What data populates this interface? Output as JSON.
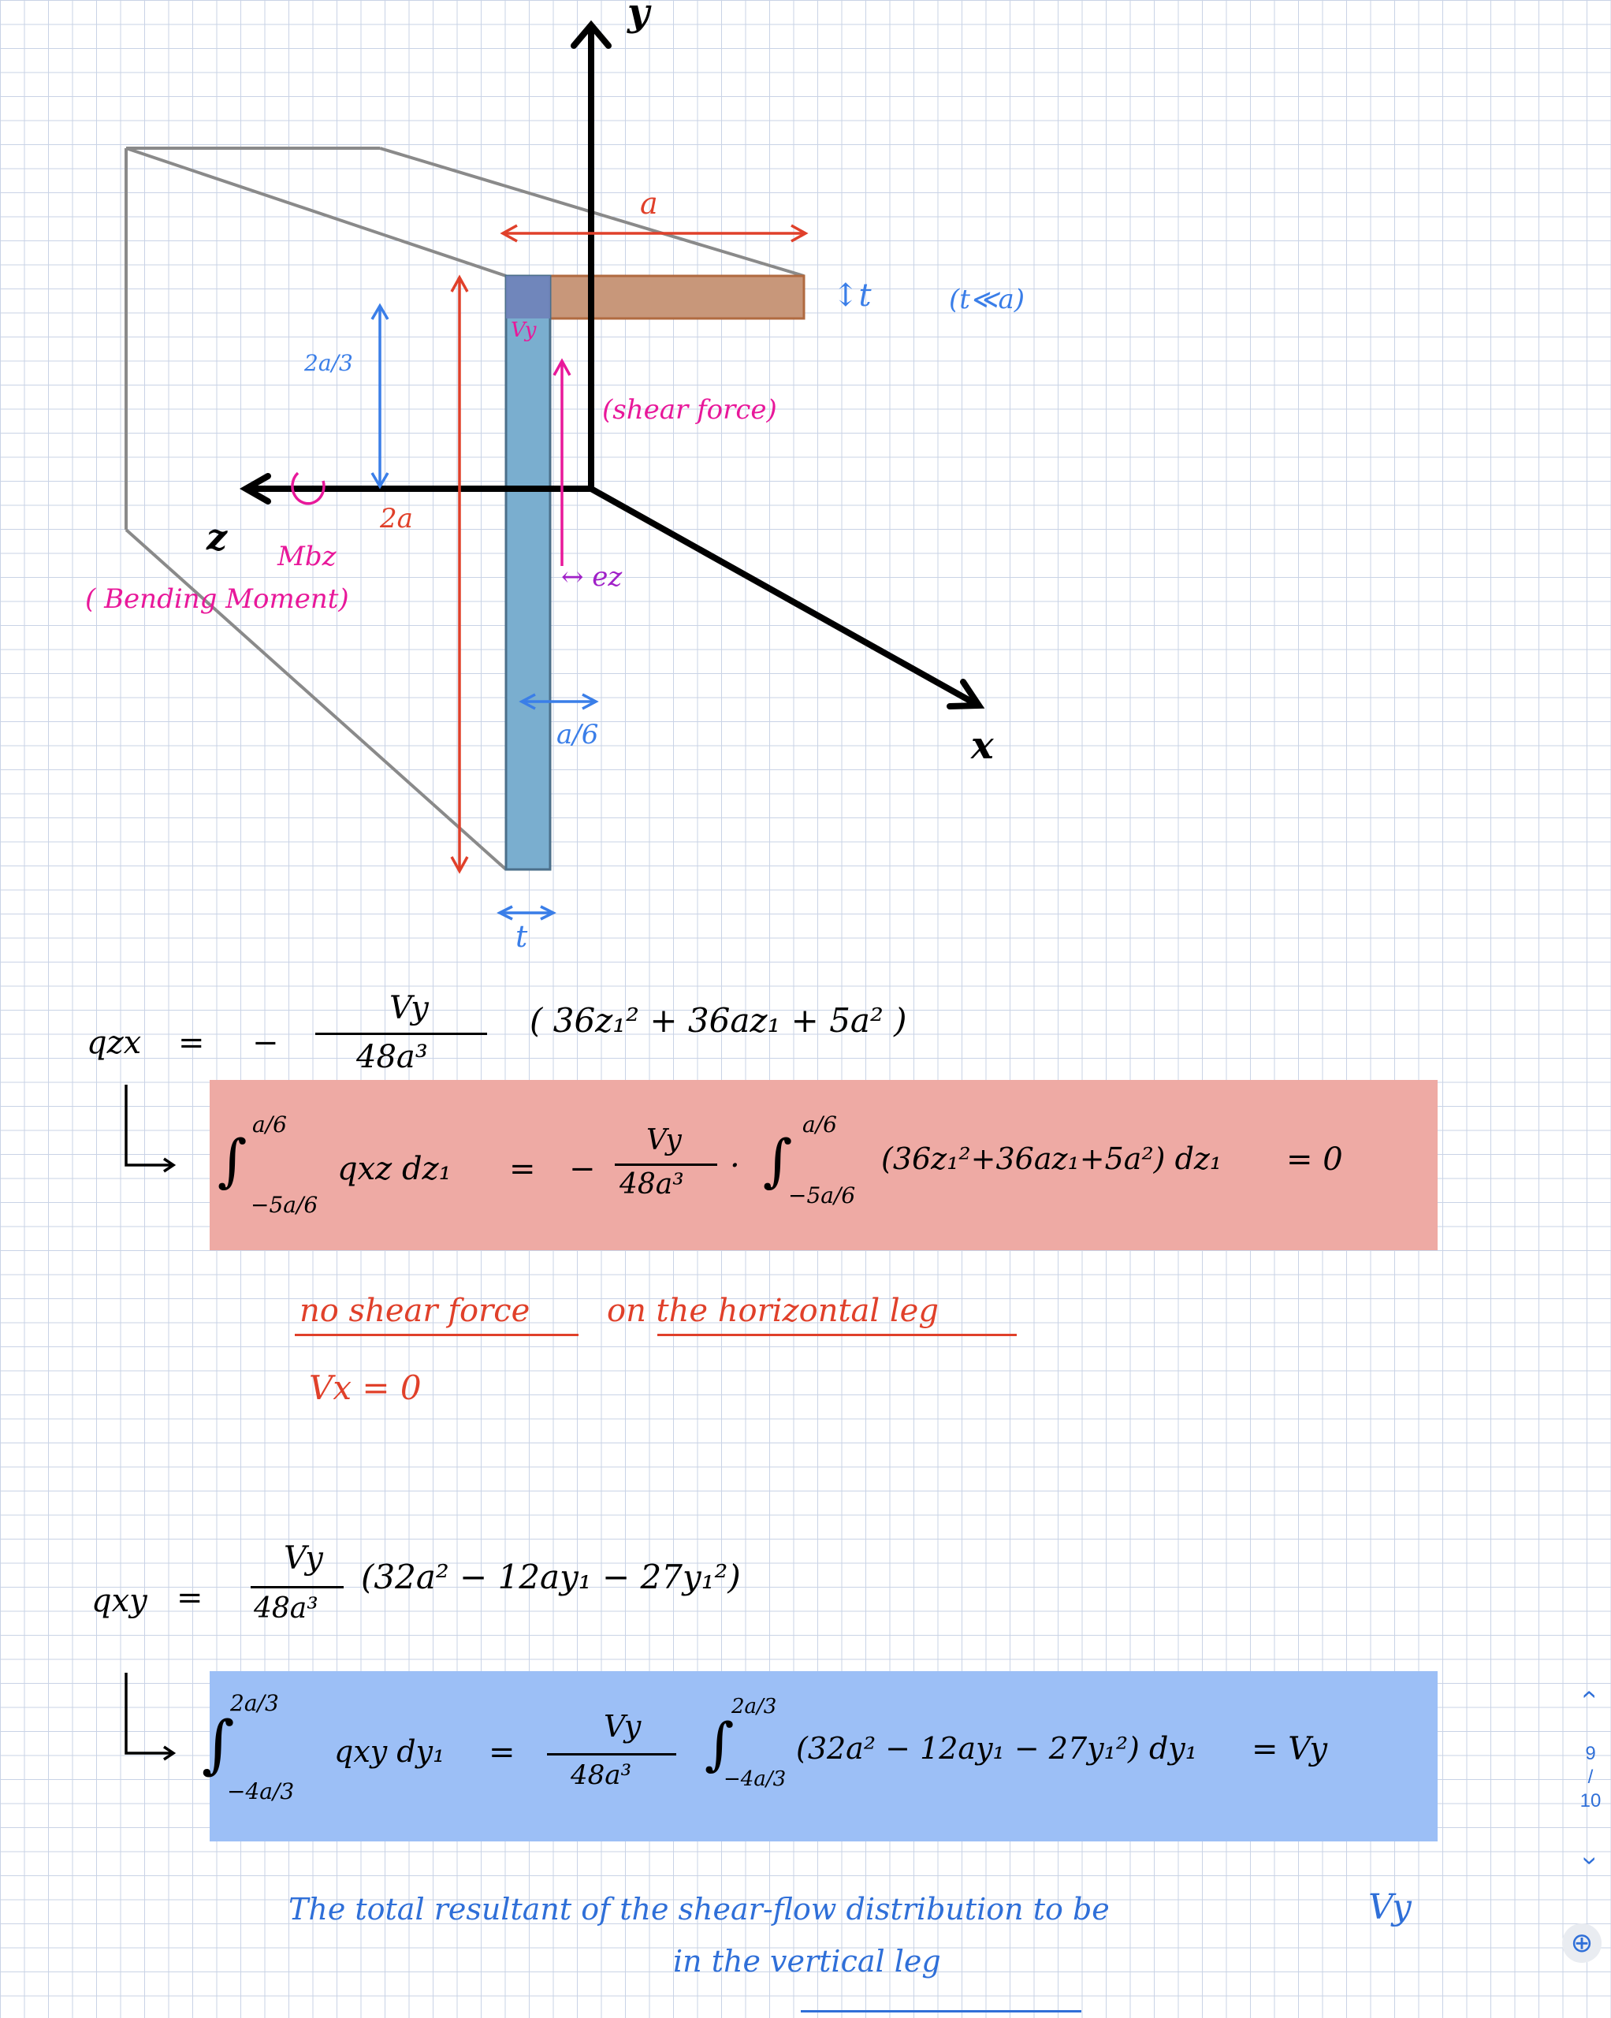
{
  "diagram": {
    "axis_y": "y",
    "axis_x": "x",
    "axis_z": "z",
    "flange_width_label": "a",
    "thickness_label": "↕t",
    "thickness_note": "(t≪a)",
    "vy_label": "Vy",
    "shear_force_note": "(shear force)",
    "two_a_third_label": "2a/3",
    "two_a_label": "2a",
    "moment_label": "Mbz",
    "moment_note": "( Bending Moment)",
    "ez_label": "↔ ez",
    "a_sixth_label": "a/6",
    "web_thickness_label": "t",
    "colors": {
      "axis": "#000000",
      "red": "#e0402a",
      "blue": "#3a7ee8",
      "magenta": "#e8189a",
      "web": "#7aaecf",
      "flange": "#c8977a"
    }
  },
  "equations": {
    "qzx_lhs": "qzx",
    "qzx_eq": "=",
    "qzx_minus": "−",
    "qzx_num": "Vy",
    "qzx_den": "48a³",
    "qzx_paren": "( 36z₁² + 36az₁ + 5a² )",
    "box1_integral_upper": "a/6",
    "box1_integral_lower": "−5a/6",
    "box1_integrand": "qxz dz₁",
    "box1_eq": "=",
    "box1_minus": "−",
    "box1_num": "Vy",
    "box1_den": "48a³",
    "box1_dot": "·",
    "box1_int2_upper": "a/6",
    "box1_int2_lower": "−5a/6",
    "box1_integrand2": "(36z₁²+36az₁+5a²) dz₁",
    "box1_result": "= 0",
    "note1_a": "no shear force",
    "note1_b": "on the horizontal leg",
    "note1_c": "Vx = 0",
    "qxy_lhs": "qxy",
    "qxy_eq": "=",
    "qxy_num": "Vy",
    "qxy_den": "48a³",
    "qxy_paren": "(32a² − 12ay₁ − 27y₁²)",
    "box2_integral_upper": "2a/3",
    "box2_integral_lower": "−4a/3",
    "box2_integrand": "qxy dy₁",
    "box2_eq": "=",
    "box2_num": "Vy",
    "box2_den": "48a³",
    "box2_int2_upper": "2a/3",
    "box2_int2_lower": "−4a/3",
    "box2_integrand2": "(32a² − 12ay₁ − 27y₁²) dy₁",
    "box2_result": "= Vy",
    "note2_line1": "The total resultant of the shear-flow distribution to be",
    "note2_vy": "Vy",
    "note2_line2": "in the vertical leg"
  },
  "pager": {
    "up_icon": "‹",
    "current": "9",
    "sep": "/",
    "total": "10",
    "down_icon": "›",
    "zoom_icon": "⊕"
  }
}
